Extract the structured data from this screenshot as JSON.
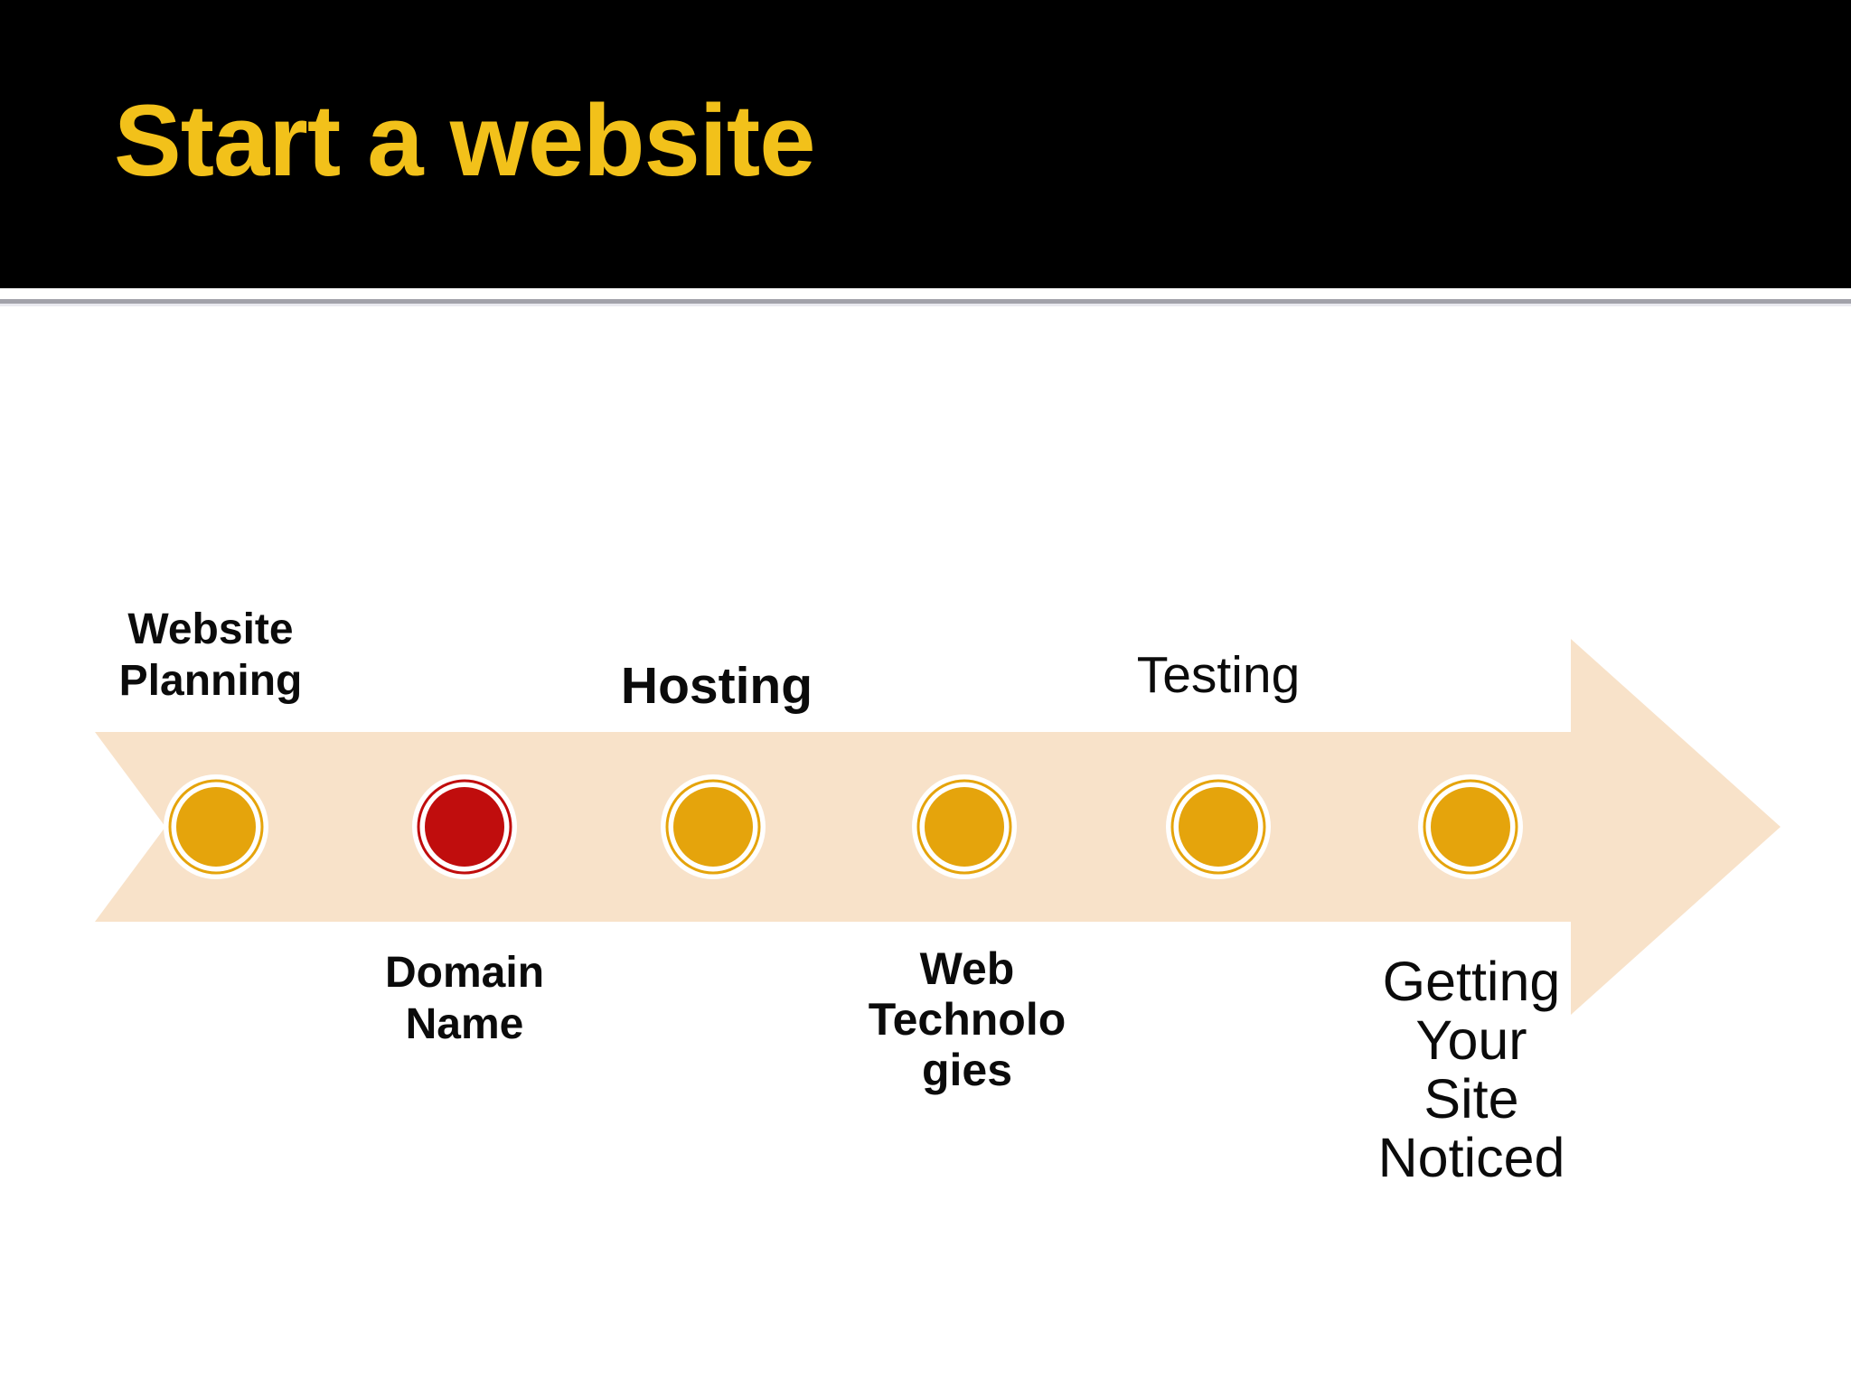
{
  "header": {
    "title": "Start a website",
    "title_color": "#F2C11A",
    "background_color": "#000000"
  },
  "divider_color": "#A2A2AA",
  "diagram": {
    "type": "process-arrow-timeline",
    "direction": "left-to-right",
    "arrow_color": "#F8E2C9",
    "dot_halo_color": "#FFFFFF",
    "steps": [
      {
        "text": "Website Planning",
        "label": "Website\nPlanning",
        "label_side": "above",
        "dot_color": "#E5A40C",
        "emphasis": "bold"
      },
      {
        "text": "Domain Name",
        "label": "Domain\nName",
        "label_side": "below",
        "dot_color": "#C00D0D",
        "emphasis": "bold"
      },
      {
        "text": "Hosting",
        "label": "Hosting",
        "label_side": "above",
        "dot_color": "#E5A40C",
        "emphasis": "bold"
      },
      {
        "text": "Web Technologies",
        "label": "Web\nTechnolo\ngies",
        "label_side": "below",
        "dot_color": "#E5A40C",
        "emphasis": "bold"
      },
      {
        "text": "Testing",
        "label": "Testing",
        "label_side": "above",
        "dot_color": "#E5A40C",
        "emphasis": "regular"
      },
      {
        "text": "Getting Your Site Noticed",
        "label": "Getting\nYour\nSite\nNoticed",
        "label_side": "below",
        "dot_color": "#E5A40C",
        "emphasis": "regular"
      }
    ]
  }
}
